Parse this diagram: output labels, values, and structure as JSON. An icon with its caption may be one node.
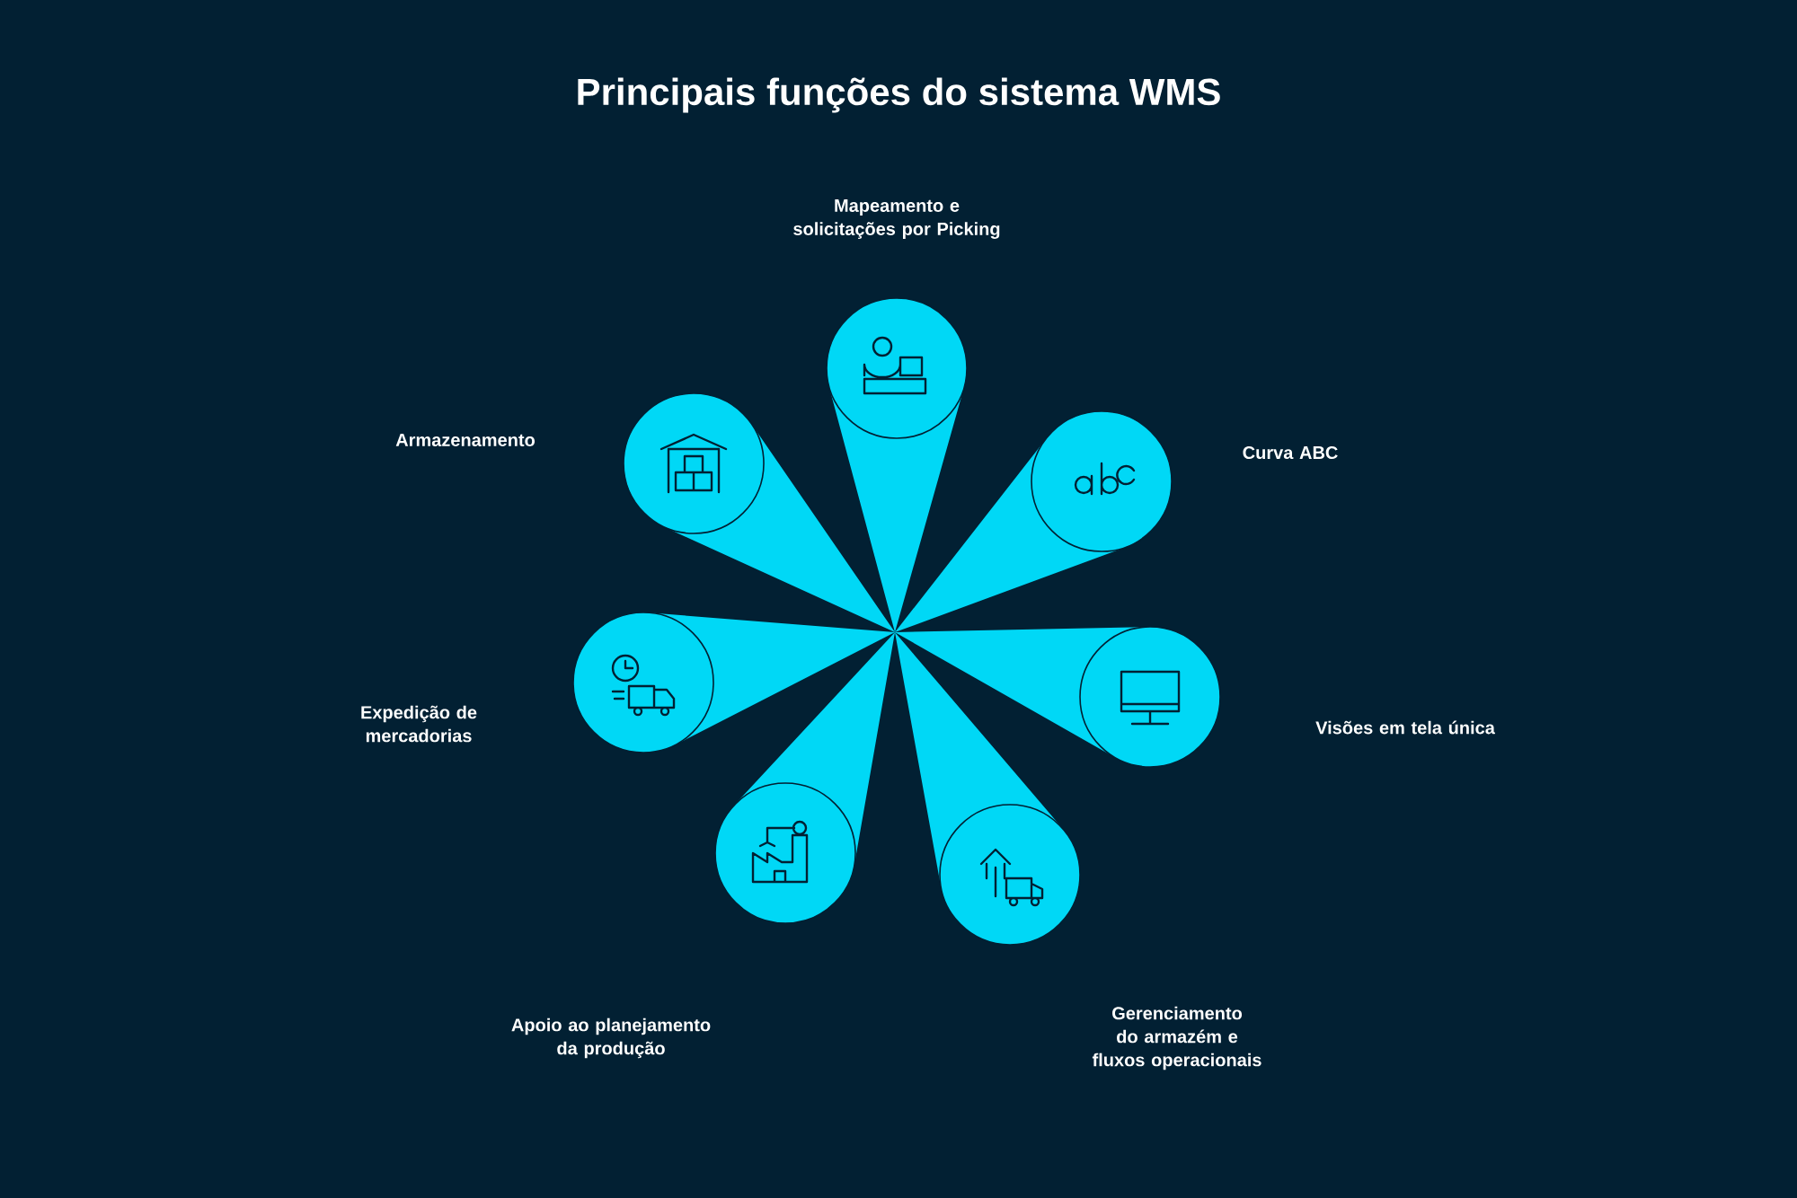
{
  "diagram": {
    "title": "Principais funções do sistema WMS",
    "nodes": [
      {
        "text": [],
        "shape": "circle"
      },
      {
        "text": [],
        "shape": "circle"
      },
      {
        "text": [],
        "shape": "circle"
      },
      {
        "text": [],
        "shape": "circle"
      },
      {
        "text": [],
        "shape": "circle"
      },
      {
        "text": [],
        "shape": "circle"
      },
      {
        "text": [],
        "shape": "circle"
      }
    ],
    "labels": [
      "Mapeamento e solicitações por Picking",
      "Armazenamento",
      "Curva ABC",
      "Expedição de mercadorias",
      "Visões em tela única",
      "Apoio ao planejamento da produção",
      "Gerenciamento do armazém e fluxos operacionais"
    ]
  }
}
